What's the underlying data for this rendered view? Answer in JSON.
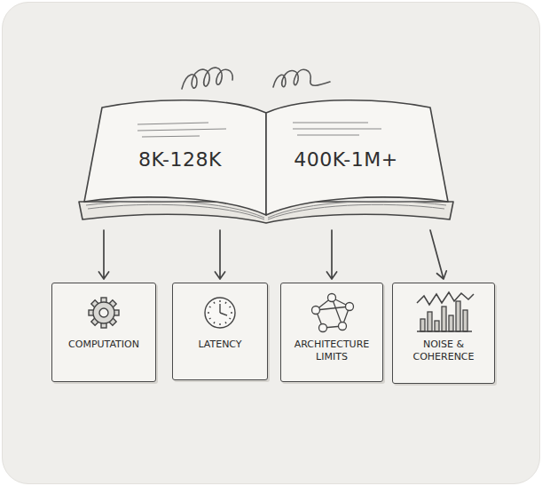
{
  "diagram": {
    "nodes": [
      {
        "text": [
          "8K-128K",
          "400K-1M+"
        ]
      },
      {
        "text": [
          "COMPUTATION"
        ]
      },
      {
        "text": [
          "LATENCY"
        ]
      },
      {
        "text": [
          "ARCHITECTURE LIMITS"
        ]
      },
      {
        "text": [
          "NOISE & COHERENCE"
        ]
      }
    ],
    "edges": [
      {
        "from": 0,
        "to": 1,
        "arrow": "to"
      },
      {
        "from": 0,
        "to": 2,
        "arrow": "to"
      },
      {
        "from": 0,
        "to": 3,
        "arrow": "to"
      },
      {
        "from": 0,
        "to": 4,
        "arrow": "to"
      }
    ]
  }
}
